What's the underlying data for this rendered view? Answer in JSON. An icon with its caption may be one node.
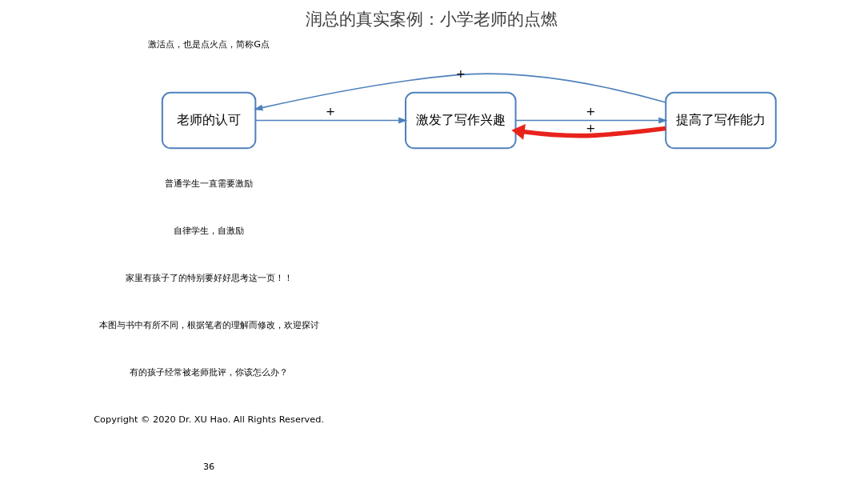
{
  "diagram": {
    "title": "润总的真实案例：小学老师的点燃",
    "nodes": [
      {
        "text": [
          "老师的认可"
        ]
      },
      {
        "text": [
          "激发了写作兴趣"
        ]
      },
      {
        "text": [
          "提高了写作能力"
        ]
      }
    ],
    "edges": [
      {
        "from": 0,
        "to": 1,
        "arrow": "to",
        "label": "+"
      },
      {
        "from": 1,
        "to": 2,
        "arrow": "to",
        "label": "+"
      },
      {
        "from": 2,
        "to": 0,
        "arrow": "to",
        "label": "+"
      },
      {
        "from": 2,
        "to": 1,
        "arrow": "to",
        "label": "+",
        "style": "thick",
        "color": "#e8231c"
      }
    ],
    "labels": [
      "激活点，也是点火点，简称G点",
      "普通学生一直需要激励",
      "自律学生，自激励",
      "家里有孩子了的特别要好好思考这一页！！",
      "本图与书中有所不同，根据笔者的理解而修改，欢迎探讨",
      "有的孩子经常被老师批评，你该怎么办？",
      "Copyright © 2020 Dr. XU Hao. All Rights Reserved.",
      "36"
    ]
  }
}
